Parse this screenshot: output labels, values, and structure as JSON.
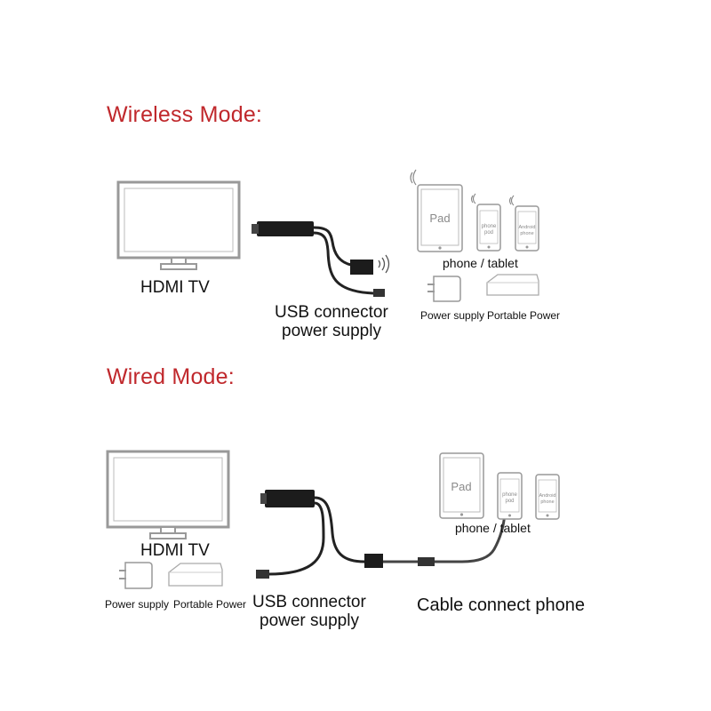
{
  "wireless": {
    "title": "Wireless Mode:",
    "tv_label": "HDMI TV",
    "usb_label_line1": "USB connector",
    "usb_label_line2": "power supply",
    "pad_text": "Pad",
    "iphone_text_line1": "phone",
    "iphone_text_line2": "pod",
    "android_text_line1": "Android",
    "android_text_line2": "phone",
    "devices_label": "phone / tablet",
    "power_supply_label": "Power supply",
    "portable_power_label": "Portable Power"
  },
  "wired": {
    "title": "Wired Mode:",
    "tv_label": "HDMI TV",
    "usb_label_line1": "USB connector",
    "usb_label_line2": "power supply",
    "pad_text": "Pad",
    "iphone_text_line1": "phone",
    "iphone_text_line2": "pod",
    "android_text_line1": "Android",
    "android_text_line2": "phone",
    "devices_label": "phone / tablet",
    "power_supply_label": "Power supply",
    "portable_power_label": "Portable Power",
    "cable_label": "Cable connect phone"
  },
  "colors": {
    "title_red": "#c0282c",
    "line_gray": "#9a9a9a",
    "cable_dark": "#222222"
  }
}
